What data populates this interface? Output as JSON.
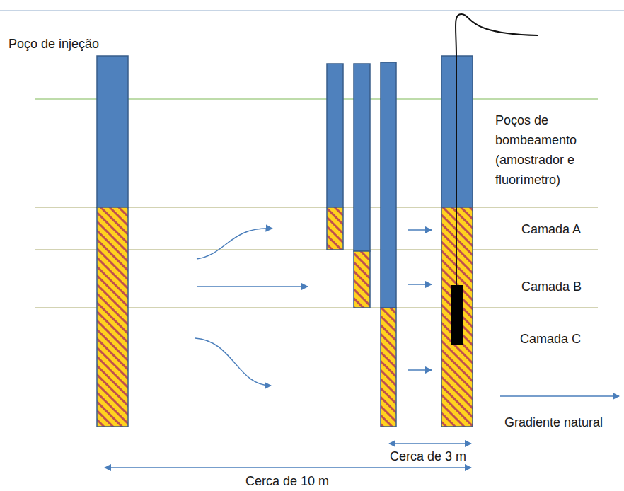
{
  "diagram": {
    "labels": [
      "Poço de injeção",
      "Poços de bombeamento (amostrador e fluorímetro)",
      "Camada A",
      "Camada B",
      "Camada C",
      "Gradiente natural",
      "Cerca de 3 m",
      "Cerca de 10 m"
    ]
  }
}
